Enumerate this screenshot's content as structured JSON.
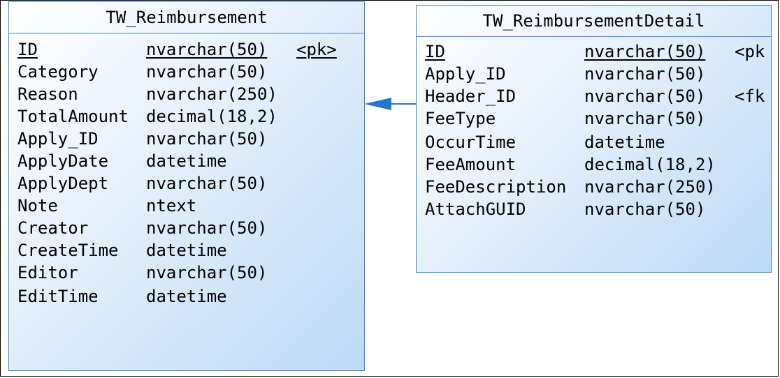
{
  "colors": {
    "border": "#4a86c5",
    "connector": "#2677c9",
    "fill_start": "#ffffff",
    "fill_end": "#bcd9f6"
  },
  "entities": [
    {
      "title": "TW_Reimbursement",
      "columns": [
        {
          "name": "ID",
          "type": "nvarchar(50)",
          "key": "<pk>",
          "underline": true
        },
        {
          "name": "Category",
          "type": "nvarchar(50)",
          "key": ""
        },
        {
          "name": "Reason",
          "type": "nvarchar(250)",
          "key": ""
        },
        {
          "name": "TotalAmount",
          "type": "decimal(18,2)",
          "key": ""
        },
        {
          "name": "Apply_ID",
          "type": "nvarchar(50)",
          "key": ""
        },
        {
          "name": "ApplyDate",
          "type": "datetime",
          "key": ""
        },
        {
          "name": "ApplyDept",
          "type": "nvarchar(50)",
          "key": ""
        },
        {
          "name": "Note",
          "type": "ntext",
          "key": ""
        },
        {
          "name": "Creator",
          "type": "nvarchar(50)",
          "key": ""
        },
        {
          "name": "CreateTime",
          "type": "datetime",
          "key": ""
        },
        {
          "name": "Editor",
          "type": "nvarchar(50)",
          "key": ""
        },
        {
          "name": "EditTime",
          "type": "datetime",
          "key": ""
        }
      ]
    },
    {
      "title": "TW_ReimbursementDetail",
      "columns": [
        {
          "name": "ID",
          "type": "nvarchar(50)",
          "key": "<pk",
          "underline": true
        },
        {
          "name": "Apply_ID",
          "type": "nvarchar(50)",
          "key": ""
        },
        {
          "name": "Header_ID",
          "type": "nvarchar(50)",
          "key": "<fk"
        },
        {
          "name": "FeeType",
          "type": "nvarchar(50)",
          "key": ""
        },
        {
          "name": "OccurTime",
          "type": "datetime",
          "key": ""
        },
        {
          "name": "FeeAmount",
          "type": "decimal(18,2)",
          "key": ""
        },
        {
          "name": "FeeDescription",
          "type": "nvarchar(250)",
          "key": ""
        },
        {
          "name": "AttachGUID",
          "type": "nvarchar(50)",
          "key": ""
        }
      ]
    }
  ]
}
